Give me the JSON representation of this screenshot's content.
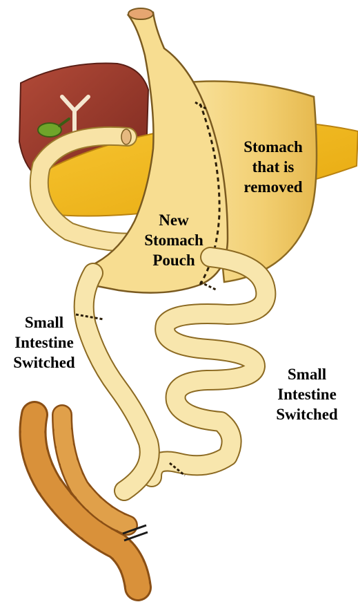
{
  "diagram": {
    "labels": {
      "stomach_removed": [
        "Stomach",
        "that is",
        "removed"
      ],
      "new_pouch": [
        "New",
        "Stomach",
        "Pouch"
      ],
      "intestine_left": [
        "Small",
        "Intestine",
        "Switched"
      ],
      "intestine_right": [
        "Small",
        "Intestine",
        "Switched"
      ]
    },
    "colors": {
      "liver": "#9a3b2c",
      "gallbladder": "#6fa52a",
      "pancreas": "#f0b81f",
      "stomach": "#f4d585",
      "intestine": "#f8e6ad",
      "outline": "#7a5a20",
      "colon": "#d9913a"
    }
  }
}
